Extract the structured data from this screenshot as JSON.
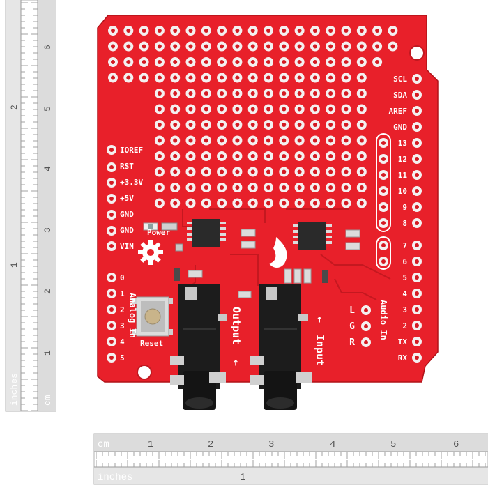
{
  "colors": {
    "pcb": "#e8202a",
    "pcb_dark": "#c81820",
    "silk": "#ffffff",
    "pad_ring": "#f4f0f0",
    "hole": "#d41a22",
    "jack": "#1c1c1c",
    "ruler_bg": "#dcdcdc",
    "ruler_line": "#9a9a9a"
  },
  "rulers": {
    "vertical_cm": [
      "6",
      "5",
      "4",
      "3",
      "2",
      "1"
    ],
    "vertical_cm_unit": "cm",
    "vertical_inch": [
      "2",
      "1"
    ],
    "vertical_inch_unit": "inches",
    "horizontal_cm_unit": "cm",
    "horizontal_cm": [
      "1",
      "2",
      "3",
      "4",
      "5",
      "6"
    ],
    "horizontal_inch_unit": "inches",
    "horizontal_inch": [
      "1"
    ]
  },
  "board": {
    "right_header_top": [
      "SCL",
      "SDA",
      "AREF",
      "GND"
    ],
    "right_header_digital_a": [
      "13",
      "12",
      "11",
      "10",
      "9",
      "8"
    ],
    "right_header_digital_b": [
      "7",
      "6",
      "5",
      "4",
      "3",
      "2",
      "TX",
      "RX"
    ],
    "left_power": [
      "IOREF",
      "RST",
      "+3.3V",
      "+5V",
      "GND",
      "GND",
      "VIN"
    ],
    "left_analog": [
      "0",
      "1",
      "2",
      "3",
      "4",
      "5"
    ],
    "analog_label": "Analog In",
    "power_label": "Power",
    "reset_label": "Reset",
    "output_label": "Output",
    "input_label": "Input",
    "audio_in_label": "Audio In",
    "audio_channels": [
      "L",
      "G",
      "R"
    ]
  }
}
